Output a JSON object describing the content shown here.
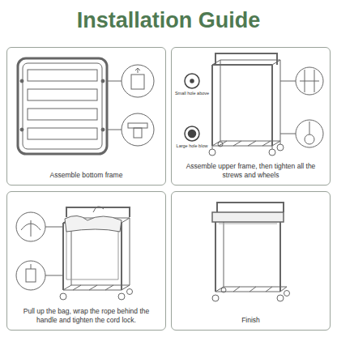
{
  "diagram": {
    "title": "Installation Guide",
    "nodes": [
      {
        "text": [
          "Assemble bottom frame"
        ]
      },
      {
        "text": [
          "Assemble upper frame, then tighten all the strews and wheels"
        ]
      },
      {
        "text": [
          "Pull up the bag, wrap the rope behind the handle and tighten the cord lock."
        ]
      },
      {
        "text": [
          "Finish"
        ]
      }
    ],
    "labels": [
      "Small hole above",
      "Large hole blow"
    ]
  }
}
